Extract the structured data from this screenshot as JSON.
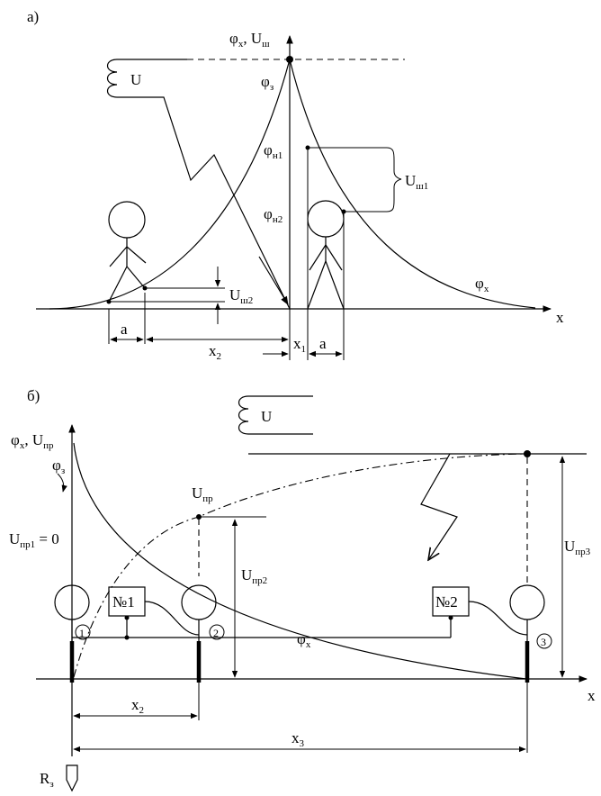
{
  "panel_a": {
    "label": "а)",
    "y_axis_label": "φ",
    "y_axis_label_sub": "х",
    "y_axis_label2": ", U",
    "y_axis_label2_sub": "ш",
    "x_axis_label": "х",
    "source_label": "U",
    "phi_z": "φ",
    "phi_z_sub": "з",
    "phi_n1": "φ",
    "phi_n1_sub": "н1",
    "phi_n2": "φ",
    "phi_n2_sub": "н2",
    "u_sh1": "U",
    "u_sh1_sub": "ш1",
    "u_sh2": "U",
    "u_sh2_sub": "ш2",
    "phi_x": "φ",
    "phi_x_sub": "х",
    "dim_a_left": "a",
    "dim_x2": "х",
    "dim_x2_sub": "2",
    "dim_x1": "х",
    "dim_x1_sub": "1",
    "dim_a_right": "a"
  },
  "panel_b": {
    "label": "б)",
    "y_axis_label": "φ",
    "y_axis_label_sub": "х",
    "y_axis_label2": ", U",
    "y_axis_label2_sub": "пр",
    "x_axis_label": "х",
    "source_label": "U",
    "phi_z": "φ",
    "phi_z_sub": "з",
    "u_pr": "U",
    "u_pr_sub": "пр",
    "u_pr1": "U",
    "u_pr1_sub": "пр1",
    "u_pr1_eq": " = 0",
    "u_pr2": "U",
    "u_pr2_sub": "пр2",
    "u_pr3": "U",
    "u_pr3_sub": "пр3",
    "phi_x": "φ",
    "phi_x_sub": "х",
    "device1": "№1",
    "device2": "№2",
    "marker1": "1",
    "marker2": "2",
    "marker3": "3",
    "dim_x2": "х",
    "dim_x2_sub": "2",
    "dim_x3": "х",
    "dim_x3_sub": "3",
    "ground_label": "R",
    "ground_label_sub": "з"
  }
}
